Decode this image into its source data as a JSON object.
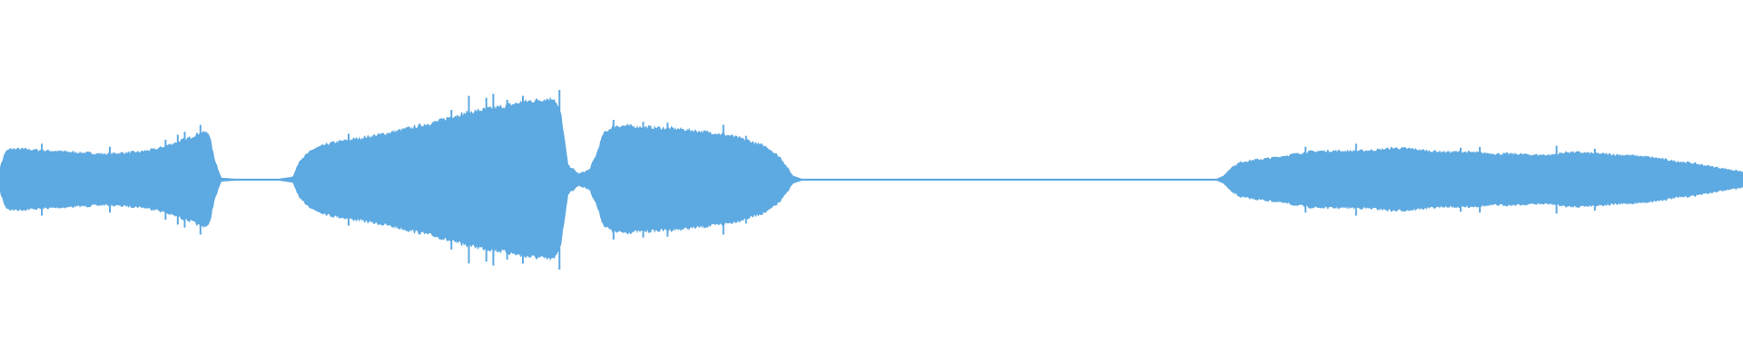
{
  "waveform": {
    "color": "#5DA9E1",
    "background": "#FFFFFF",
    "envelope": [
      [
        0.0,
        0.13
      ],
      [
        0.003,
        0.28
      ],
      [
        0.006,
        0.31
      ],
      [
        0.012,
        0.31
      ],
      [
        0.02,
        0.3
      ],
      [
        0.03,
        0.29
      ],
      [
        0.04,
        0.28
      ],
      [
        0.05,
        0.27
      ],
      [
        0.06,
        0.26
      ],
      [
        0.07,
        0.27
      ],
      [
        0.08,
        0.28
      ],
      [
        0.09,
        0.31
      ],
      [
        0.1,
        0.37
      ],
      [
        0.11,
        0.43
      ],
      [
        0.115,
        0.48
      ],
      [
        0.12,
        0.47
      ],
      [
        0.123,
        0.22
      ],
      [
        0.127,
        0.02
      ],
      [
        0.135,
        0.01
      ],
      [
        0.16,
        0.01
      ],
      [
        0.168,
        0.03
      ],
      [
        0.172,
        0.2
      ],
      [
        0.18,
        0.31
      ],
      [
        0.19,
        0.37
      ],
      [
        0.2,
        0.4
      ],
      [
        0.21,
        0.43
      ],
      [
        0.22,
        0.46
      ],
      [
        0.23,
        0.5
      ],
      [
        0.24,
        0.54
      ],
      [
        0.25,
        0.58
      ],
      [
        0.26,
        0.64
      ],
      [
        0.27,
        0.68
      ],
      [
        0.28,
        0.71
      ],
      [
        0.29,
        0.74
      ],
      [
        0.3,
        0.78
      ],
      [
        0.318,
        0.82
      ],
      [
        0.322,
        0.65
      ],
      [
        0.326,
        0.15
      ],
      [
        0.332,
        0.06
      ],
      [
        0.338,
        0.1
      ],
      [
        0.342,
        0.25
      ],
      [
        0.346,
        0.46
      ],
      [
        0.352,
        0.54
      ],
      [
        0.36,
        0.54
      ],
      [
        0.37,
        0.53
      ],
      [
        0.38,
        0.52
      ],
      [
        0.39,
        0.51
      ],
      [
        0.4,
        0.49
      ],
      [
        0.41,
        0.47
      ],
      [
        0.42,
        0.44
      ],
      [
        0.43,
        0.39
      ],
      [
        0.44,
        0.33
      ],
      [
        0.448,
        0.22
      ],
      [
        0.455,
        0.04
      ],
      [
        0.46,
        0.01
      ],
      [
        0.698,
        0.01
      ],
      [
        0.702,
        0.04
      ],
      [
        0.706,
        0.12
      ],
      [
        0.712,
        0.18
      ],
      [
        0.72,
        0.2
      ],
      [
        0.73,
        0.22
      ],
      [
        0.74,
        0.25
      ],
      [
        0.75,
        0.28
      ],
      [
        0.76,
        0.29
      ],
      [
        0.77,
        0.29
      ],
      [
        0.78,
        0.29
      ],
      [
        0.79,
        0.3
      ],
      [
        0.8,
        0.32
      ],
      [
        0.81,
        0.31
      ],
      [
        0.82,
        0.29
      ],
      [
        0.83,
        0.28
      ],
      [
        0.84,
        0.28
      ],
      [
        0.85,
        0.27
      ],
      [
        0.86,
        0.26
      ],
      [
        0.87,
        0.26
      ],
      [
        0.88,
        0.25
      ],
      [
        0.89,
        0.25
      ],
      [
        0.9,
        0.28
      ],
      [
        0.91,
        0.27
      ],
      [
        0.92,
        0.26
      ],
      [
        0.93,
        0.25
      ],
      [
        0.94,
        0.24
      ],
      [
        0.95,
        0.22
      ],
      [
        0.96,
        0.19
      ],
      [
        0.97,
        0.17
      ],
      [
        0.98,
        0.14
      ],
      [
        0.99,
        0.11
      ],
      [
        1.0,
        0.08
      ]
    ],
    "spikes": [
      [
        0.024,
        0.36
      ],
      [
        0.063,
        0.33
      ],
      [
        0.095,
        0.4
      ],
      [
        0.102,
        0.45
      ],
      [
        0.106,
        0.48
      ],
      [
        0.115,
        0.55
      ],
      [
        0.2,
        0.46
      ],
      [
        0.259,
        0.7
      ],
      [
        0.269,
        0.84
      ],
      [
        0.279,
        0.82
      ],
      [
        0.283,
        0.86
      ],
      [
        0.291,
        0.8
      ],
      [
        0.3,
        0.84
      ],
      [
        0.321,
        0.9
      ],
      [
        0.352,
        0.6
      ],
      [
        0.369,
        0.58
      ],
      [
        0.383,
        0.57
      ],
      [
        0.415,
        0.55
      ],
      [
        0.428,
        0.44
      ],
      [
        0.749,
        0.33
      ],
      [
        0.778,
        0.36
      ],
      [
        0.838,
        0.32
      ],
      [
        0.849,
        0.33
      ],
      [
        0.893,
        0.34
      ],
      [
        0.915,
        0.31
      ]
    ]
  }
}
